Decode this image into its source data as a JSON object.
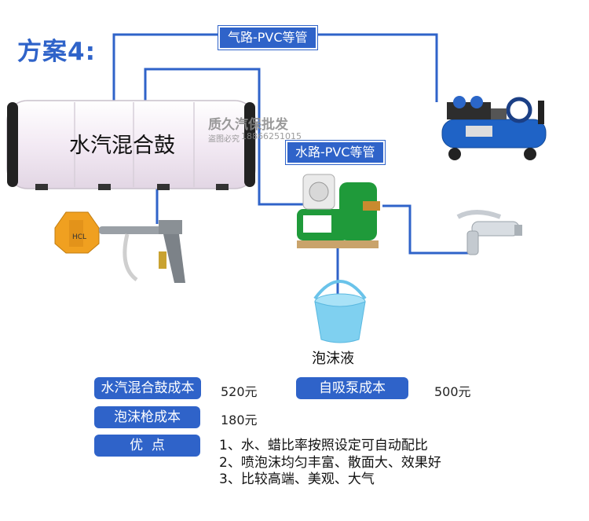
{
  "title": "方案4:",
  "labels": {
    "air_pipe": "气路-PVC等管",
    "water_pipe": "水路-PVC等管",
    "drum": "水汽混合鼓",
    "foam_liquid": "泡沫液"
  },
  "watermark": {
    "line1": "质久汽保批发",
    "line2": "盗图必究",
    "phone": "18866251015"
  },
  "costs": [
    {
      "label": "水汽混合鼓成本",
      "value": "520元"
    },
    {
      "label": "自吸泵成本",
      "value": "500元"
    },
    {
      "label": "泡沫枪成本",
      "value": "180元"
    }
  ],
  "advantages": {
    "label": "优  点",
    "items": [
      "1、水、蜡比率按照设定可自动配比",
      "2、喷泡沫均匀丰富、散面大、效果好",
      "3、比较高端、美观、大气"
    ]
  },
  "colors": {
    "accent": "#2f63c9",
    "drum": "#f3eaf4",
    "pump": "#1f9a3a",
    "bucket": "#7fd0f0"
  }
}
